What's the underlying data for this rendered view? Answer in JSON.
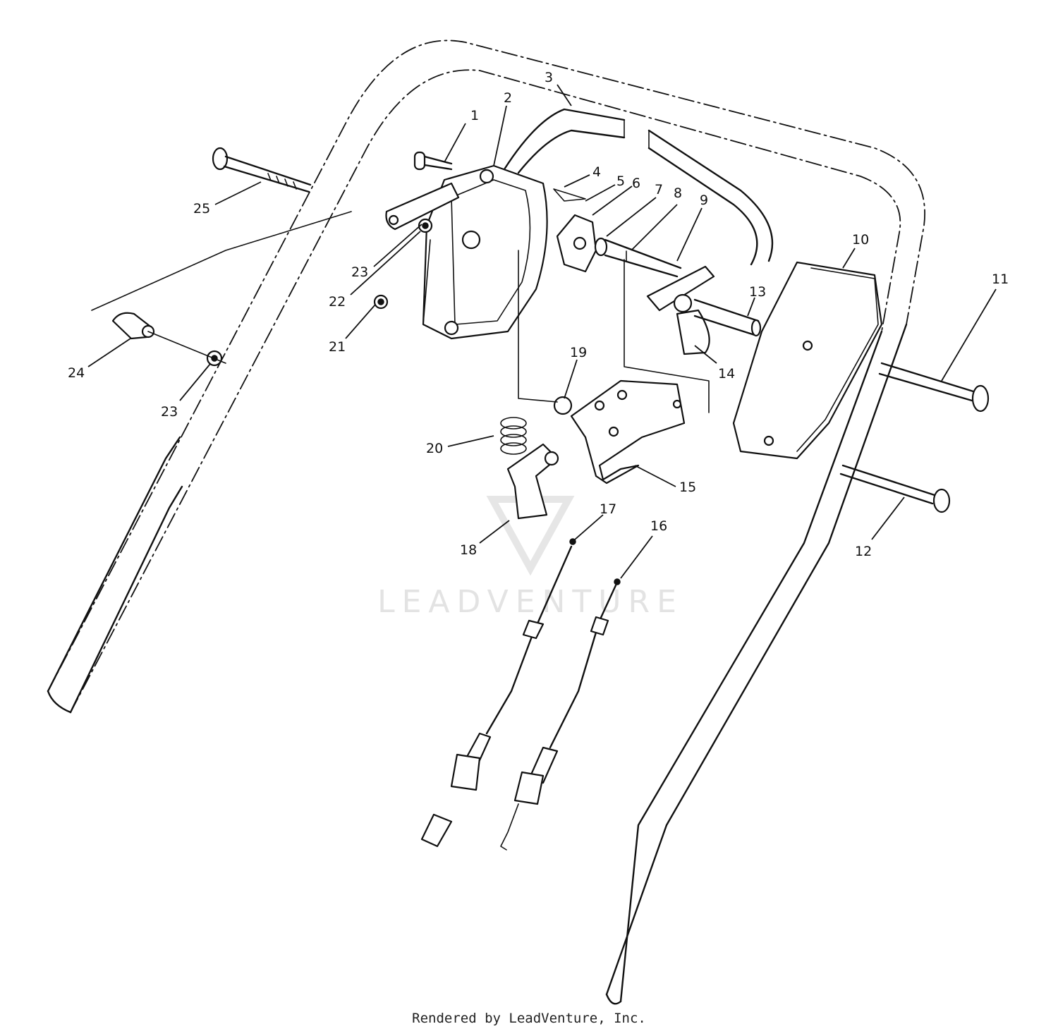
{
  "watermark": "LEADVENTURE",
  "credit": "Rendered by LeadVenture, Inc.",
  "callouts": [
    "1",
    "2",
    "3",
    "4",
    "5",
    "6",
    "7",
    "8",
    "9",
    "10",
    "11",
    "12",
    "13",
    "14",
    "15",
    "16",
    "17",
    "18",
    "19",
    "20",
    "21",
    "22",
    "23",
    "23",
    "24",
    "25"
  ]
}
